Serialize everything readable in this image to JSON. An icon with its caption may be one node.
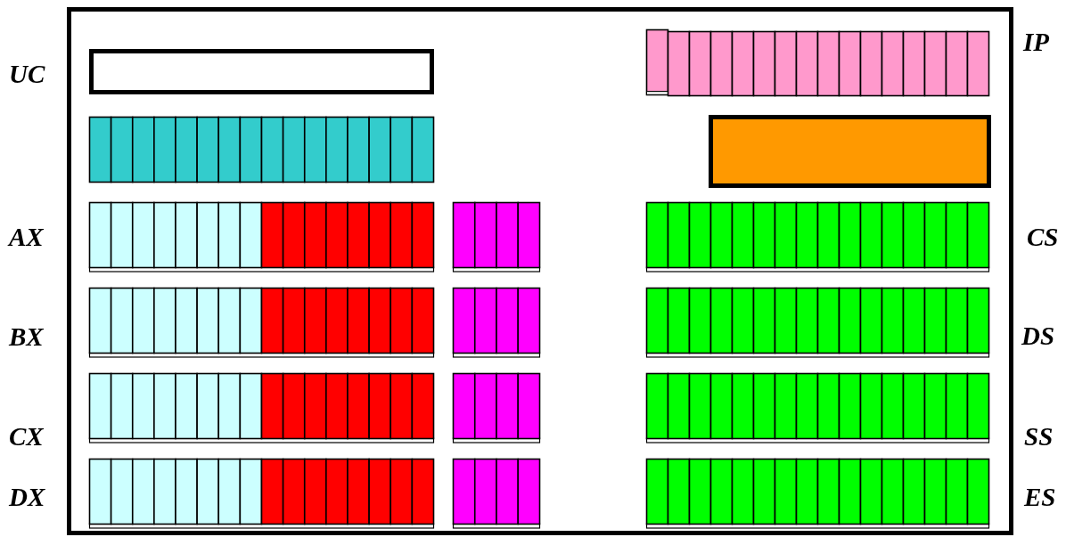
{
  "diagram": {
    "nodes": [
      {
        "text": [],
        "shape": "box"
      },
      {
        "text": [],
        "shape": "box"
      }
    ],
    "labels": [
      "IP",
      "UC",
      "AX",
      "CS",
      "BX",
      "DS",
      "CX",
      "SS",
      "DX",
      "ES"
    ]
  }
}
